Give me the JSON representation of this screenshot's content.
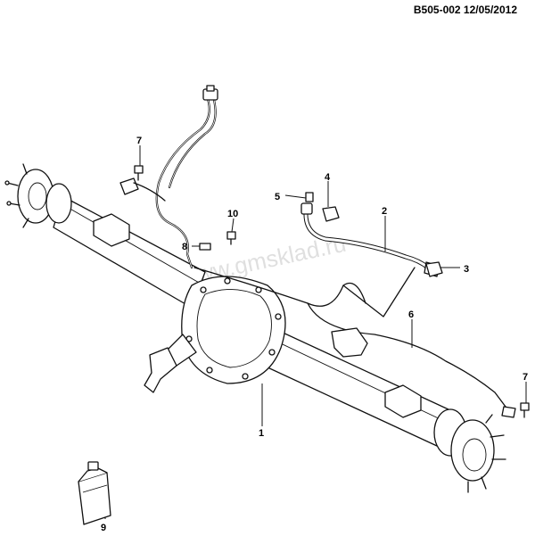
{
  "header": {
    "code": "B505-002  12/05/2012"
  },
  "watermark": "www.gmsklad.ru",
  "callouts": [
    {
      "id": "1",
      "label": "1"
    },
    {
      "id": "2",
      "label": "2"
    },
    {
      "id": "3",
      "label": "3"
    },
    {
      "id": "4",
      "label": "4"
    },
    {
      "id": "5",
      "label": "5"
    },
    {
      "id": "6",
      "label": "6"
    },
    {
      "id": "7a",
      "label": "7"
    },
    {
      "id": "7b",
      "label": "7"
    },
    {
      "id": "8",
      "label": "8"
    },
    {
      "id": "9",
      "label": "9"
    },
    {
      "id": "10",
      "label": "10"
    }
  ]
}
